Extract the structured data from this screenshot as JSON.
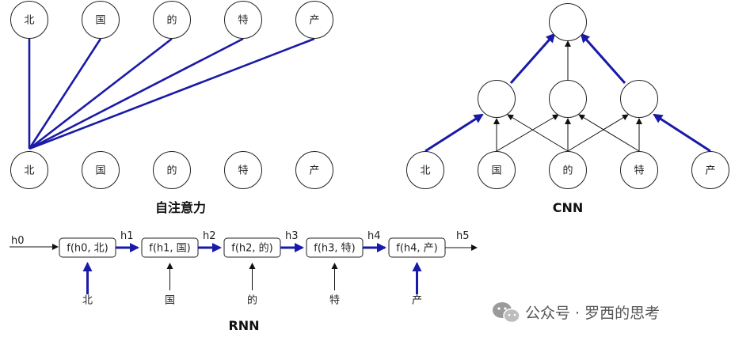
{
  "self_attention": {
    "title": "自注意力",
    "top_tokens": [
      "北",
      "国",
      "的",
      "特",
      "产"
    ],
    "bottom_tokens": [
      "北",
      "国",
      "的",
      "特",
      "产"
    ]
  },
  "cnn": {
    "title": "CNN",
    "input_tokens": [
      "北",
      "国",
      "的",
      "特",
      "产"
    ]
  },
  "rnn": {
    "title": "RNN",
    "initial_state": "h0",
    "cells": [
      {
        "label": "f(h0, 北)",
        "input": "北",
        "output": "h1"
      },
      {
        "label": "f(h1, 国)",
        "input": "国",
        "output": "h2"
      },
      {
        "label": "f(h2, 的)",
        "input": "的",
        "output": "h3"
      },
      {
        "label": "f(h3, 特)",
        "input": "特",
        "output": "h4"
      },
      {
        "label": "f(h4, 产)",
        "input": "产",
        "output": "h5"
      }
    ]
  },
  "watermark": {
    "text": "公众号 · 罗西的思考",
    "icon": "wechat-icon"
  },
  "colors": {
    "highlight": "#1a1aa8",
    "line": "#111111"
  }
}
